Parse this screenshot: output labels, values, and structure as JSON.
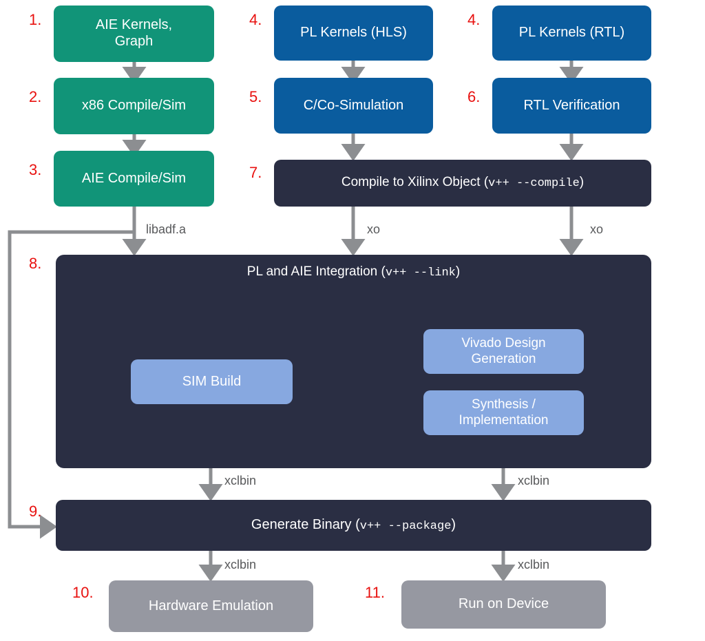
{
  "diagram": {
    "title": "Vitis AIE / PL build and run flow",
    "colors": {
      "aie_green": "#119478",
      "pl_blue": "#0a5c9e",
      "dark_navy": "#2a2e43",
      "light_blue": "#87a8e0",
      "grey": "#9698a1",
      "step_number_red": "#e8110f",
      "wire_grey": "#8c8e91",
      "edge_label_grey": "#58595b",
      "background": "#ffffff"
    }
  },
  "steps": {
    "s1": "1.",
    "s2": "2.",
    "s3": "3.",
    "s4a": "4.",
    "s4b": "4.",
    "s5": "5.",
    "s6": "6.",
    "s7": "7.",
    "s8": "8.",
    "s9": "9.",
    "s10": "10.",
    "s11": "11."
  },
  "nodes": {
    "aie_kernels_graph": "AIE Kernels,\nGraph",
    "x86_compile_sim": "x86 Compile/Sim",
    "aie_compile_sim": "AIE Compile/Sim",
    "pl_kernels_hls": "PL Kernels (HLS)",
    "pl_kernels_rtl": "PL Kernels (RTL)",
    "c_co_simulation": "C/Co-Simulation",
    "rtl_verification": "RTL Verification",
    "compile_xilinx_object": {
      "text": "Compile to Xilinx Object (",
      "cmd": "v++ --compile",
      "tail": ")"
    },
    "pl_aie_integration": {
      "text": "PL and AIE Integration (",
      "cmd": "v++ --link",
      "tail": ")"
    },
    "sim_build": "SIM Build",
    "vivado_design_generation": "Vivado Design\nGeneration",
    "synthesis_implementation": "Synthesis /\nImplementation",
    "generate_binary": {
      "text": "Generate Binary (",
      "cmd": "v++ --package",
      "tail": ")"
    },
    "hardware_emulation": "Hardware Emulation",
    "run_on_device": "Run on Device"
  },
  "edge_labels": {
    "libadf": "libadf.a",
    "xo_left": "xo",
    "xo_right": "xo",
    "xclbin_sim": "xclbin",
    "xclbin_impl": "xclbin",
    "xclbin_hwemu": "xclbin",
    "xclbin_device": "xclbin"
  }
}
